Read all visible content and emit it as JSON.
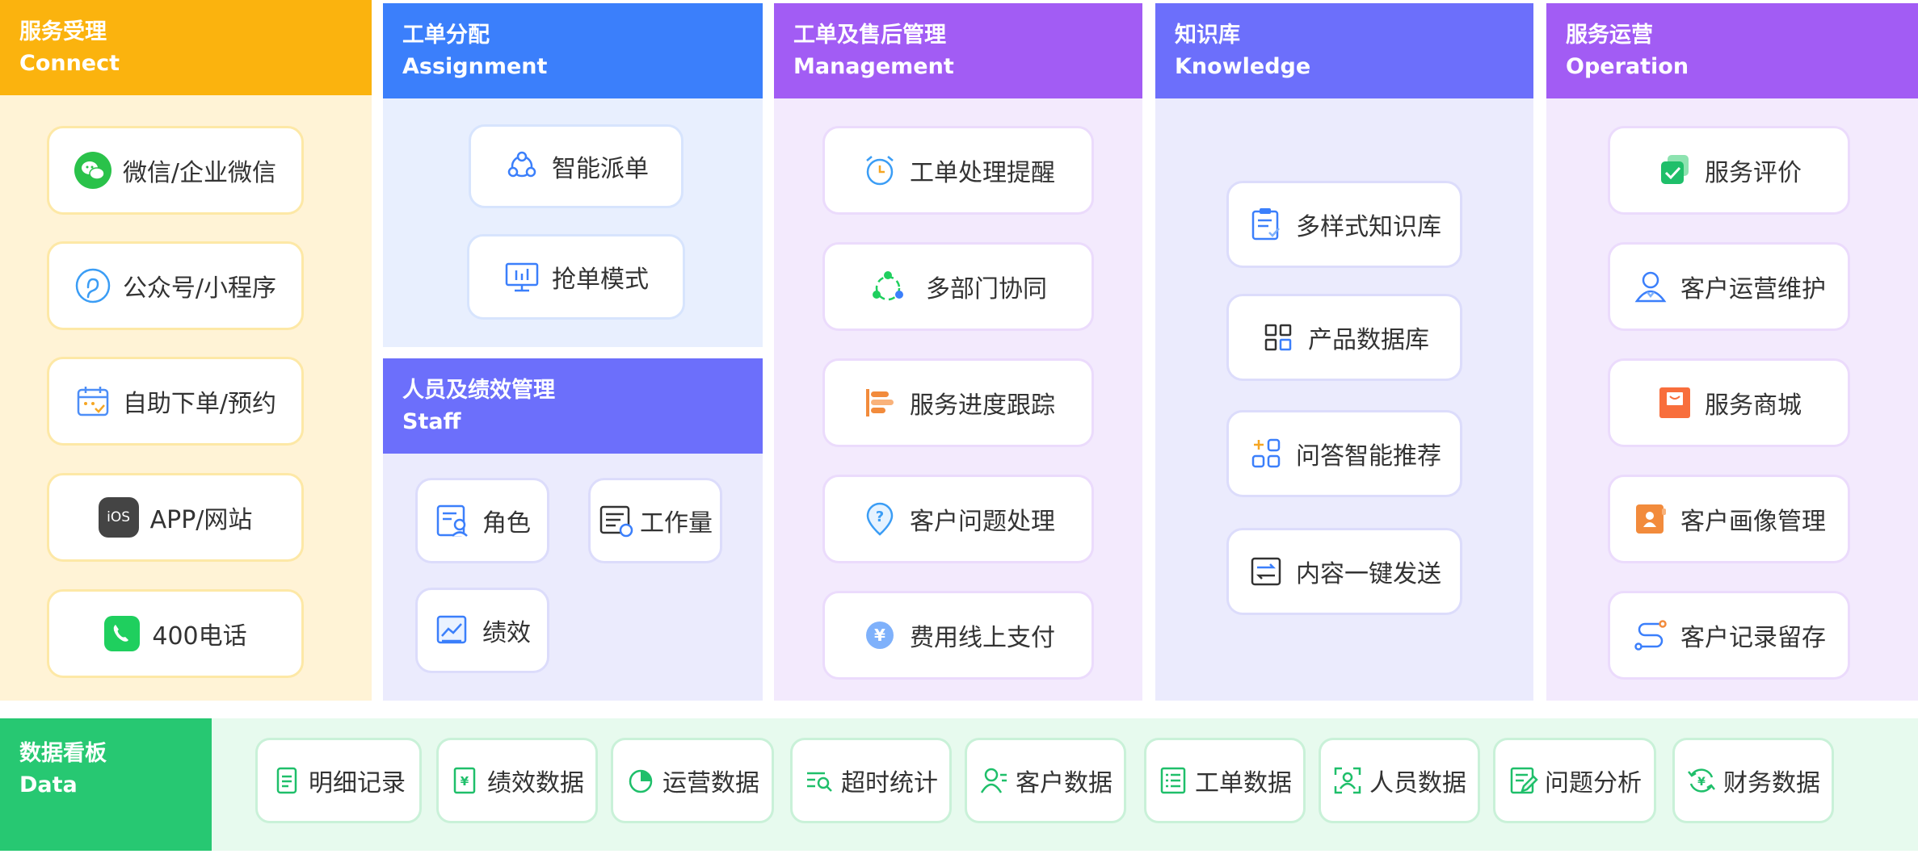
{
  "colors": {
    "connect": "#fbb30e",
    "assignment": "#3b7ffb",
    "management": "#a25cf4",
    "knowledge": "#6c6ffb",
    "operation": "#a25cf4",
    "data": "#27c872"
  },
  "connect": {
    "title_cn": "服务受理",
    "title_en": "Connect",
    "items": [
      {
        "label": "微信/企业微信",
        "icon": "wechat-icon"
      },
      {
        "label": "公众号/小程序",
        "icon": "miniprogram-icon"
      },
      {
        "label": "自助下单/预约",
        "icon": "calendar-icon"
      },
      {
        "label": "APP/网站",
        "icon": "ios-icon",
        "icon_text": "iOS"
      },
      {
        "label": "400电话",
        "icon": "phone-icon"
      }
    ]
  },
  "assignment": {
    "title_cn": "工单分配",
    "title_en": "Assignment",
    "items": [
      {
        "label": "智能派单",
        "icon": "nodes-icon"
      },
      {
        "label": "抢单模式",
        "icon": "monitor-icon"
      }
    ]
  },
  "staff": {
    "title_cn": "人员及绩效管理",
    "title_en": "Staff",
    "items": [
      {
        "label": "角色",
        "icon": "role-icon"
      },
      {
        "label": "工作量",
        "icon": "workload-icon"
      },
      {
        "label": "绩效",
        "icon": "performance-icon"
      }
    ]
  },
  "management": {
    "title_cn": "工单及售后管理",
    "title_en": "Management",
    "items": [
      {
        "label": "工单处理提醒",
        "icon": "alarm-clock-icon"
      },
      {
        "label": "多部门协同",
        "icon": "collaboration-icon"
      },
      {
        "label": "服务进度跟踪",
        "icon": "progress-icon"
      },
      {
        "label": "客户问题处理",
        "icon": "question-icon"
      },
      {
        "label": "费用线上支付",
        "icon": "yen-icon"
      }
    ]
  },
  "knowledge": {
    "title_cn": "知识库",
    "title_en": "Knowledge",
    "items": [
      {
        "label": "多样式知识库",
        "icon": "checklist-icon"
      },
      {
        "label": "产品数据库",
        "icon": "grid-icon"
      },
      {
        "label": "问答智能推荐",
        "icon": "recommend-icon"
      },
      {
        "label": "内容一键发送",
        "icon": "send-icon"
      }
    ]
  },
  "operation": {
    "title_cn": "服务运营",
    "title_en": "Operation",
    "items": [
      {
        "label": "服务评价",
        "icon": "check-icon"
      },
      {
        "label": "客户运营维护",
        "icon": "user-icon"
      },
      {
        "label": "服务商城",
        "icon": "shop-icon"
      },
      {
        "label": "客户画像管理",
        "icon": "profile-icon"
      },
      {
        "label": "客户记录留存",
        "icon": "route-icon"
      }
    ]
  },
  "data": {
    "title_cn": "数据看板",
    "title_en": "Data",
    "items": [
      {
        "label": "明细记录",
        "icon": "document-icon"
      },
      {
        "label": "绩效数据",
        "icon": "yen-doc-icon"
      },
      {
        "label": "运营数据",
        "icon": "pie-icon"
      },
      {
        "label": "超时统计",
        "icon": "search-list-icon"
      },
      {
        "label": "客户数据",
        "icon": "customer-icon"
      },
      {
        "label": "工单数据",
        "icon": "list-icon"
      },
      {
        "label": "人员数据",
        "icon": "scan-user-icon"
      },
      {
        "label": "问题分析",
        "icon": "edit-doc-icon"
      },
      {
        "label": "财务数据",
        "icon": "finance-icon"
      }
    ]
  }
}
